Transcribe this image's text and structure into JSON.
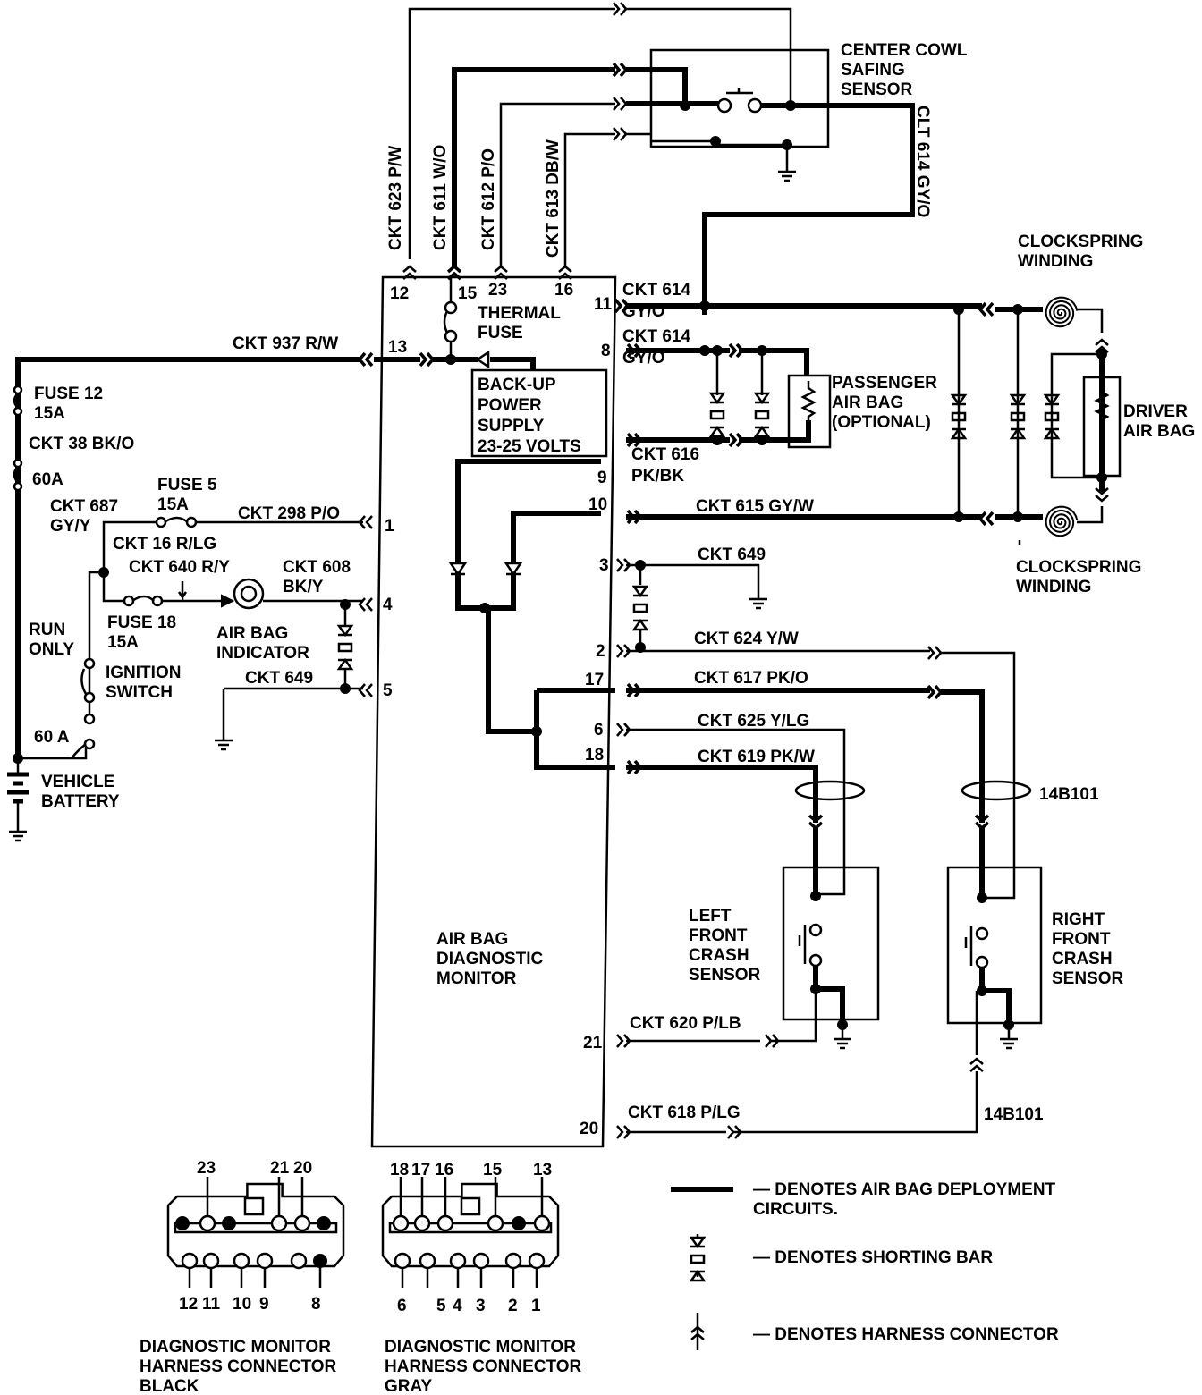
{
  "labels": {
    "safing_sensor": [
      "CENTER COWL",
      "SAFING",
      "SENSOR"
    ],
    "ckt_623": "CKT 623 P/W",
    "ckt_611": "CKT 611 W/O",
    "ckt_612": "CKT 612 P/O",
    "ckt_613": "CKT 613 DB/W",
    "clt_614": "CLT 614 GY/O",
    "clockspring_top": [
      "CLOCKSPRING",
      "WINDING"
    ],
    "clockspring_bottom": [
      "CLOCKSPRING",
      "WINDING"
    ],
    "pin_12": "12",
    "pin_15": "15",
    "pin_23": "23",
    "pin_16": "16",
    "thermal_fuse": [
      "THERMAL",
      "FUSE"
    ],
    "ckt_614_a": [
      "CKT 614",
      "GY/O"
    ],
    "ckt_614_b": [
      "CKT 614",
      "GY/O"
    ],
    "pin_11": "11",
    "pin_8": "8",
    "pin_13": "13",
    "pin_9": "9",
    "pin_10": "10",
    "pin_1": "1",
    "pin_4": "4",
    "pin_5": "5",
    "pin_3": "3",
    "pin_2": "2",
    "pin_17": "17",
    "pin_6": "6",
    "pin_18": "18",
    "pin_21": "21",
    "pin_20": "20",
    "ckt_937": "CKT 937 R/W",
    "backup": [
      "BACK-UP",
      "POWER",
      "SUPPLY",
      "23-25 VOLTS"
    ],
    "passenger_bag": [
      "PASSENGER",
      "AIR  BAG",
      "(OPTIONAL)"
    ],
    "driver_bag": [
      "DRIVER",
      "AIR BAG"
    ],
    "ckt_616": [
      "CKT 616",
      "PK/BK"
    ],
    "ckt_615": "CKT 615 GY/W",
    "fuse_12": [
      "FUSE 12",
      "15A"
    ],
    "ckt_38": "CKT 38 BK/O",
    "fuse_60a_top": "60A",
    "ckt_687": [
      "CKT 687",
      "GY/Y"
    ],
    "fuse_5": [
      "FUSE 5",
      "15A"
    ],
    "ckt_298": "CKT 298 P/O",
    "ckt_16": "CKT 16 R/LG",
    "ckt_640": "CKT 640 R/Y",
    "ckt_608": [
      "CKT 608",
      "BK/Y"
    ],
    "fuse_18": [
      "FUSE 18",
      "15A"
    ],
    "air_bag_indicator": [
      "AIR BAG",
      "INDICATOR"
    ],
    "run_only": [
      "RUN",
      "ONLY"
    ],
    "ignition_switch": [
      "IGNITION",
      "SWITCH"
    ],
    "ckt_649_left": "CKT 649",
    "fuse_60a_bottom": "60 A",
    "vehicle_battery": [
      "VEHICLE",
      "BATTERY"
    ],
    "ckt_649_right": "CKT 649",
    "ckt_624": "CKT 624 Y/W",
    "ckt_617": "CKT 617 PK/O",
    "ckt_625": "CKT 625 Y/LG",
    "ckt_619": "CKT 619 PK/W",
    "harness_14b101_top": "14B101",
    "harness_14b101_bottom": "14B101",
    "left_sensor": [
      "LEFT",
      "FRONT",
      "CRASH",
      "SENSOR"
    ],
    "right_sensor": [
      "RIGHT",
      "FRONT",
      "CRASH",
      "SENSOR"
    ],
    "monitor": [
      "AIR BAG",
      "DIAGNOSTIC",
      "MONITOR"
    ],
    "ckt_620": "CKT 620 P/LB",
    "ckt_618": "CKT 618 P/LG",
    "black_conn_top_nums": [
      "23",
      "21",
      "20"
    ],
    "black_conn_bottom_nums": [
      "12",
      "11",
      "10",
      "9",
      "8"
    ],
    "gray_conn_top_nums": [
      "18",
      "17",
      "16",
      "15",
      "13"
    ],
    "gray_conn_bottom_nums": [
      "6",
      "5",
      "4",
      "3",
      "2",
      "1"
    ],
    "black_conn_label": [
      "DIAGNOSTIC MONITOR",
      "HARNESS CONNECTOR",
      "BLACK"
    ],
    "gray_conn_label": [
      "DIAGNOSTIC MONITOR",
      "HARNESS CONNECTOR",
      "GRAY"
    ],
    "legend_deploy": [
      "— DENOTES AIR BAG DEPLOYMENT",
      "CIRCUITS."
    ],
    "legend_shorting": "— DENOTES SHORTING BAR",
    "legend_harness": "— DENOTES HARNESS CONNECTOR"
  }
}
